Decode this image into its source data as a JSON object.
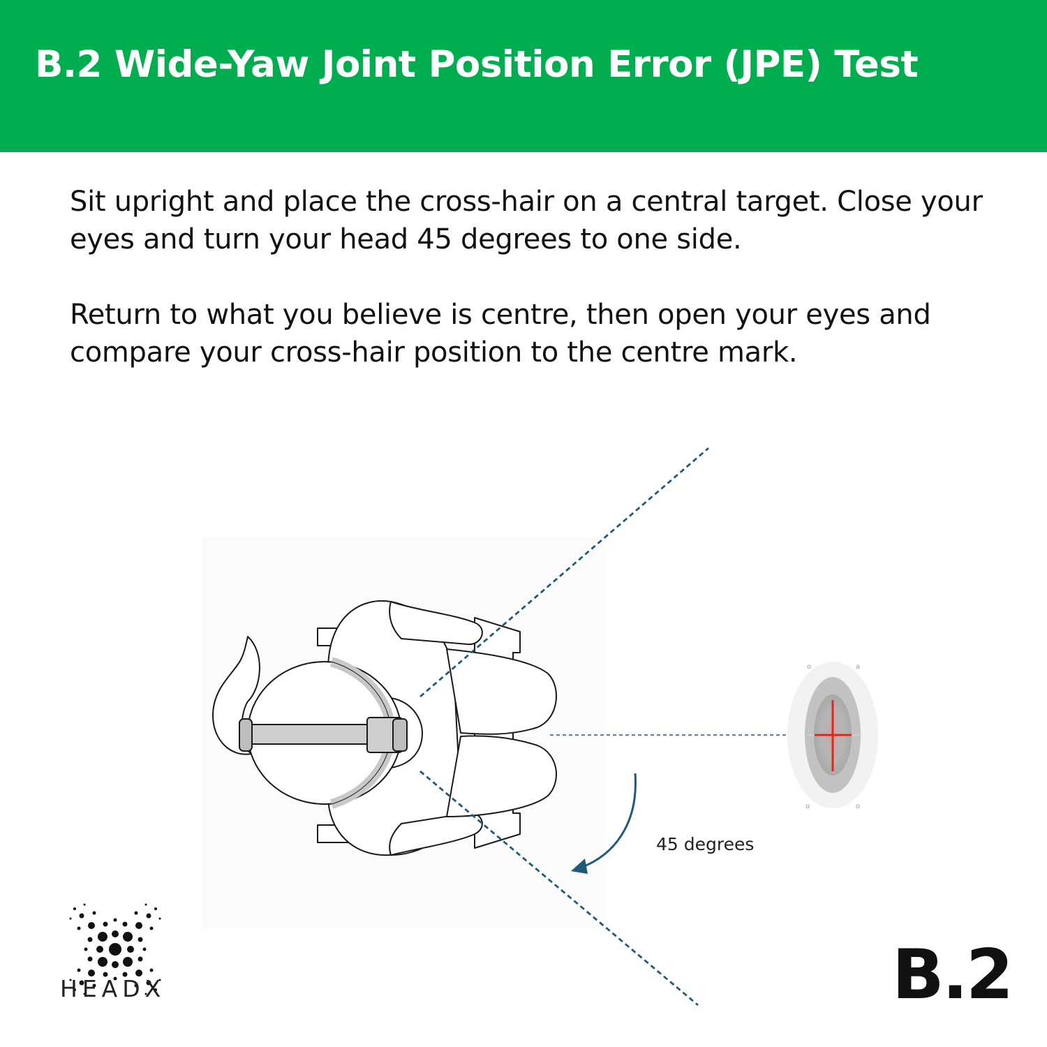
{
  "header": {
    "title": "B.2 Wide-Yaw Joint Position Error (JPE) Test",
    "background_color": "#00ae50"
  },
  "instructions": {
    "paragraph_1": "Sit upright and place the cross-hair on a central target. Close your eyes and turn your head 45 degrees to one side.",
    "paragraph_2": "Return to what you believe is centre, then open your eyes and compare your cross-hair position to the centre mark."
  },
  "diagram": {
    "rotation_label": "45 degrees",
    "line_color": "#1f5a7a",
    "crosshair_color": "#e8231b"
  },
  "logo": {
    "text": "HEADX"
  },
  "badge": {
    "text": "B.2"
  }
}
